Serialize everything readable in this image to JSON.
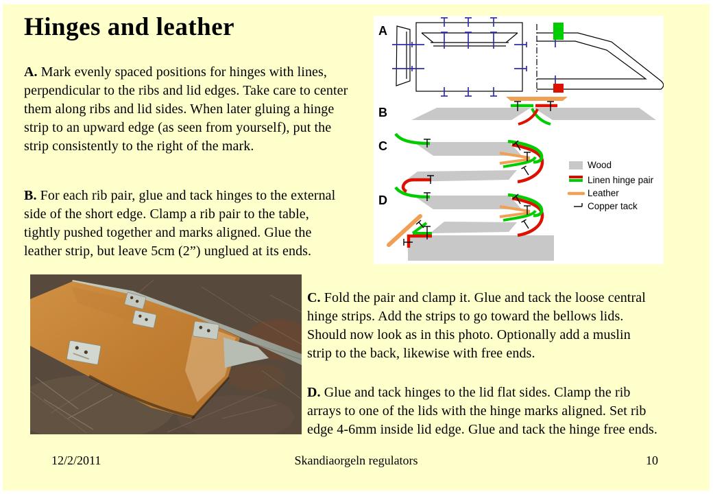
{
  "slide": {
    "background_color": "#FFFFCC",
    "title": "Hinges and leather",
    "paragraphs": [
      {
        "label": "A.",
        "text": "Mark evenly spaced positions for hinges with lines,\nperpendicular to the ribs and lid edges. Take care to center\nthem along ribs and lid sides. When later gluing a hinge\nstrip to an upward edge (as seen from yourself), put the\nstrip consistently to the right of the mark."
      },
      {
        "label": "B.",
        "text": "For each rib pair, glue and tack hinges to the external\nside of the short edge. Clamp a rib pair to the table,\ntightly pushed together and marks aligned. Glue the\nleather strip, but leave 5cm (2”) unglued at its ends."
      },
      {
        "label": "C.",
        "text": "Fold the pair and clamp it. Glue and tack the loose central\nhinge strips. Add the strips to go toward the bellows lids.\nShould now look as in this photo. Optionally add a muslin\nstrip to the back, likewise with free ends."
      },
      {
        "label": "D.",
        "text": "Glue and tack hinges to the lid flat sides. Clamp the rib\narrays to one of the lids with the hinge marks aligned. Set rib\nedge 4-6mm inside lid edge. Glue and tack the hinge free ends."
      }
    ],
    "footer": {
      "date": "12/2/2011",
      "title": "Skandiaorgeln regulators",
      "page": "10"
    }
  },
  "diagram": {
    "labels": [
      "A",
      "B",
      "C",
      "D"
    ],
    "legend": [
      {
        "label": "Wood"
      },
      {
        "label": "Linen hinge pair"
      },
      {
        "label": "Leather"
      },
      {
        "label": "Copper tack"
      }
    ],
    "colors": {
      "wood": "#C8C8C8",
      "linen_red": "#CC1100",
      "linen_green": "#00CC00",
      "leather": "#EFA055",
      "mark_blue": "#2D2DB0",
      "tack_black": "#000000"
    }
  }
}
